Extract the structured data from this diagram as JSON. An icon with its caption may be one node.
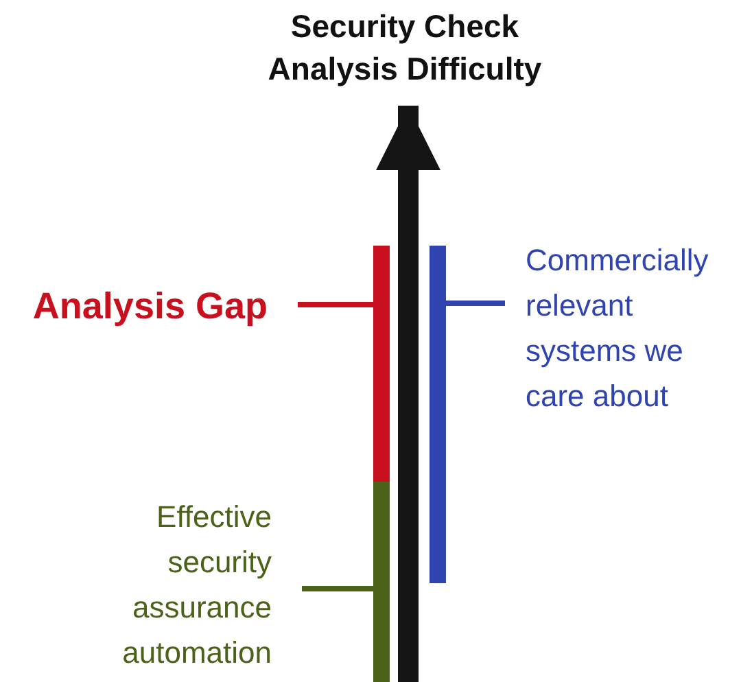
{
  "diagram": {
    "nodes": [
      {
        "text": [
          "Security Check Analysis Difficulty"
        ]
      },
      {
        "text": [
          "Analysis Gap"
        ]
      },
      {
        "text": [],
        "shape": "bar"
      },
      {
        "text": [
          "Effective security assurance automation"
        ]
      },
      {
        "text": [],
        "shape": "bar"
      },
      {
        "text": [
          "Commercially relevant systems we care about"
        ]
      },
      {
        "text": [],
        "shape": "bar"
      }
    ],
    "edges": [
      {
        "from": null,
        "to": 0,
        "arrow": "to",
        "style": "thick",
        "color": "#141414"
      },
      {
        "from": 1,
        "to": 2,
        "arrow": "none",
        "color": "#c8101e"
      },
      {
        "from": 3,
        "to": 4,
        "arrow": "none",
        "color": "#4a6318"
      },
      {
        "from": 5,
        "to": 6,
        "arrow": "none",
        "color": "#2f44b0"
      }
    ]
  }
}
